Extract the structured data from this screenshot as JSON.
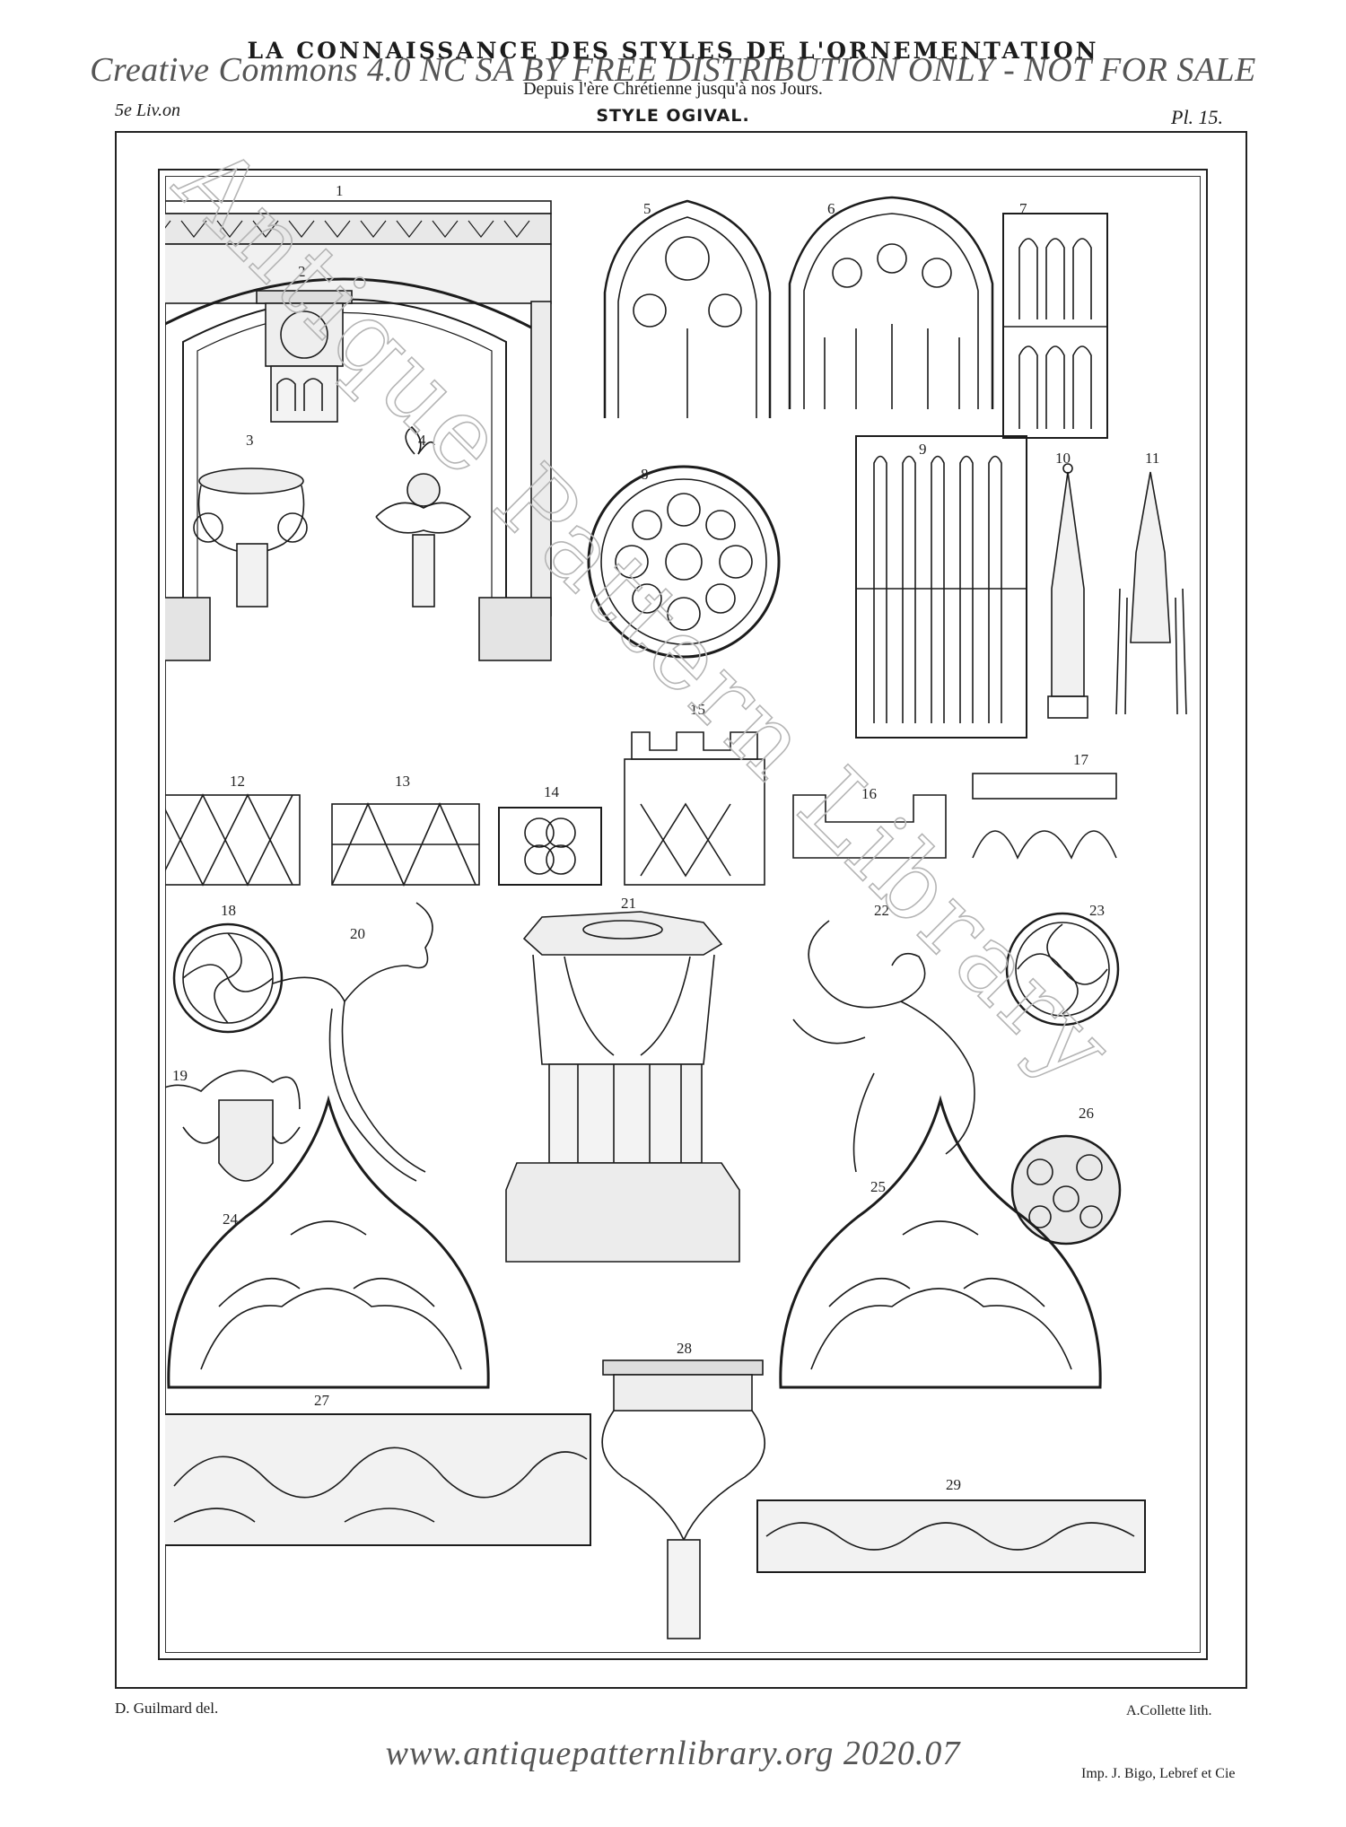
{
  "header": {
    "title": "LA CONNAISSANCE DES STYLES DE L'ORNEMENTATION",
    "license": "Creative Commons 4.0 NC SA BY FREE DISTRIBUTION ONLY - NOT FOR SALE",
    "subtitle": "Depuis l'ère Chrétienne jusqu'à nos Jours.",
    "livraison": "5e Liv.on",
    "style": "STYLE OGIVAL.",
    "plate": "Pl. 15."
  },
  "figures": {
    "n1": "1",
    "n2": "2",
    "n3": "3",
    "n4": "4",
    "n5": "5",
    "n6": "6",
    "n7": "7",
    "n8": "8",
    "n9": "9",
    "n10": "10",
    "n11": "11",
    "n12": "12",
    "n13": "13",
    "n14": "14",
    "n15": "15",
    "n16": "16",
    "n17": "17",
    "n18": "18",
    "n19": "19",
    "n20": "20",
    "n21": "21",
    "n22": "22",
    "n23": "23",
    "n24": "24",
    "n25": "25",
    "n26": "26",
    "n27": "27",
    "n28": "28",
    "n29": "29"
  },
  "watermark": "Antique Pattern Library",
  "footer": {
    "artist": "D. Guilmard del.",
    "lithographer": "A.Collette lith.",
    "site": "www.antiquepatternlibrary.org 2020.07",
    "printer": "Imp. J. Bigo, Lebref et Cie"
  },
  "colors": {
    "ink": "#1c1c1c",
    "paper": "#ffffff",
    "watermark": "#b0b0b0"
  }
}
